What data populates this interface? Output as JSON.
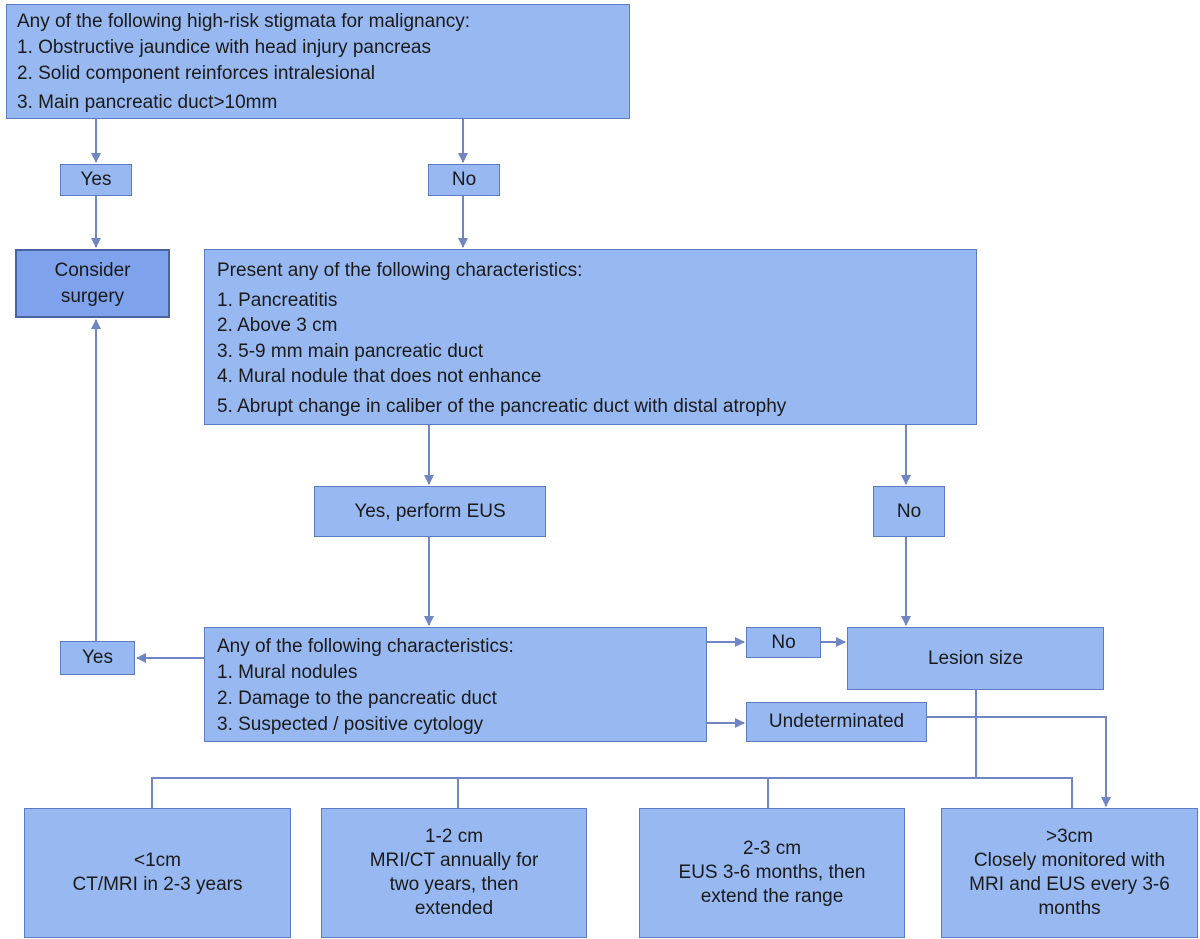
{
  "colors": {
    "box_fill": "#97b8f1",
    "box_fill_dark": "#7ea2ec",
    "box_border": "#5b7cc2",
    "connector": "#6f86c3"
  },
  "top": {
    "title": "Any of the following high-risk stigmata for malignancy:",
    "items": [
      "1. Obstructive jaundice with head injury pancreas",
      "2. Solid component reinforces intralesional",
      "3. Main pancreatic duct>10mm"
    ]
  },
  "top_yes": "Yes",
  "top_no": "No",
  "surgery": {
    "line1": "Consider",
    "line2": "surgery"
  },
  "mid": {
    "title": "Present any of the following characteristics:",
    "items": [
      "1. Pancreatitis",
      "2. Above 3 cm",
      "3. 5-9 mm main pancreatic duct",
      "4. Mural nodule that does not enhance",
      "5. Abrupt change in caliber of the pancreatic duct with distal atrophy"
    ]
  },
  "mid_yes": "Yes, perform EUS",
  "mid_no": "No",
  "eus": {
    "title": "Any of the following characteristics:",
    "items": [
      "1. Mural nodules",
      "2. Damage to the pancreatic duct",
      "3. Suspected / positive cytology"
    ]
  },
  "eus_yes": "Yes",
  "eus_no": "No",
  "undetermined": "Undeterminated",
  "lesion": "Lesion size",
  "outcomes": [
    {
      "lines": [
        "<1cm",
        "CT/MRI in 2-3 years"
      ]
    },
    {
      "lines": [
        "1-2 cm",
        "MRI/CT annually for",
        "two years, then",
        "extended"
      ]
    },
    {
      "lines": [
        "2-3 cm",
        "EUS 3-6 months, then",
        "extend the range"
      ]
    },
    {
      "lines": [
        ">3cm",
        "Closely monitored with",
        "MRI and EUS every 3-6",
        "months"
      ]
    }
  ]
}
